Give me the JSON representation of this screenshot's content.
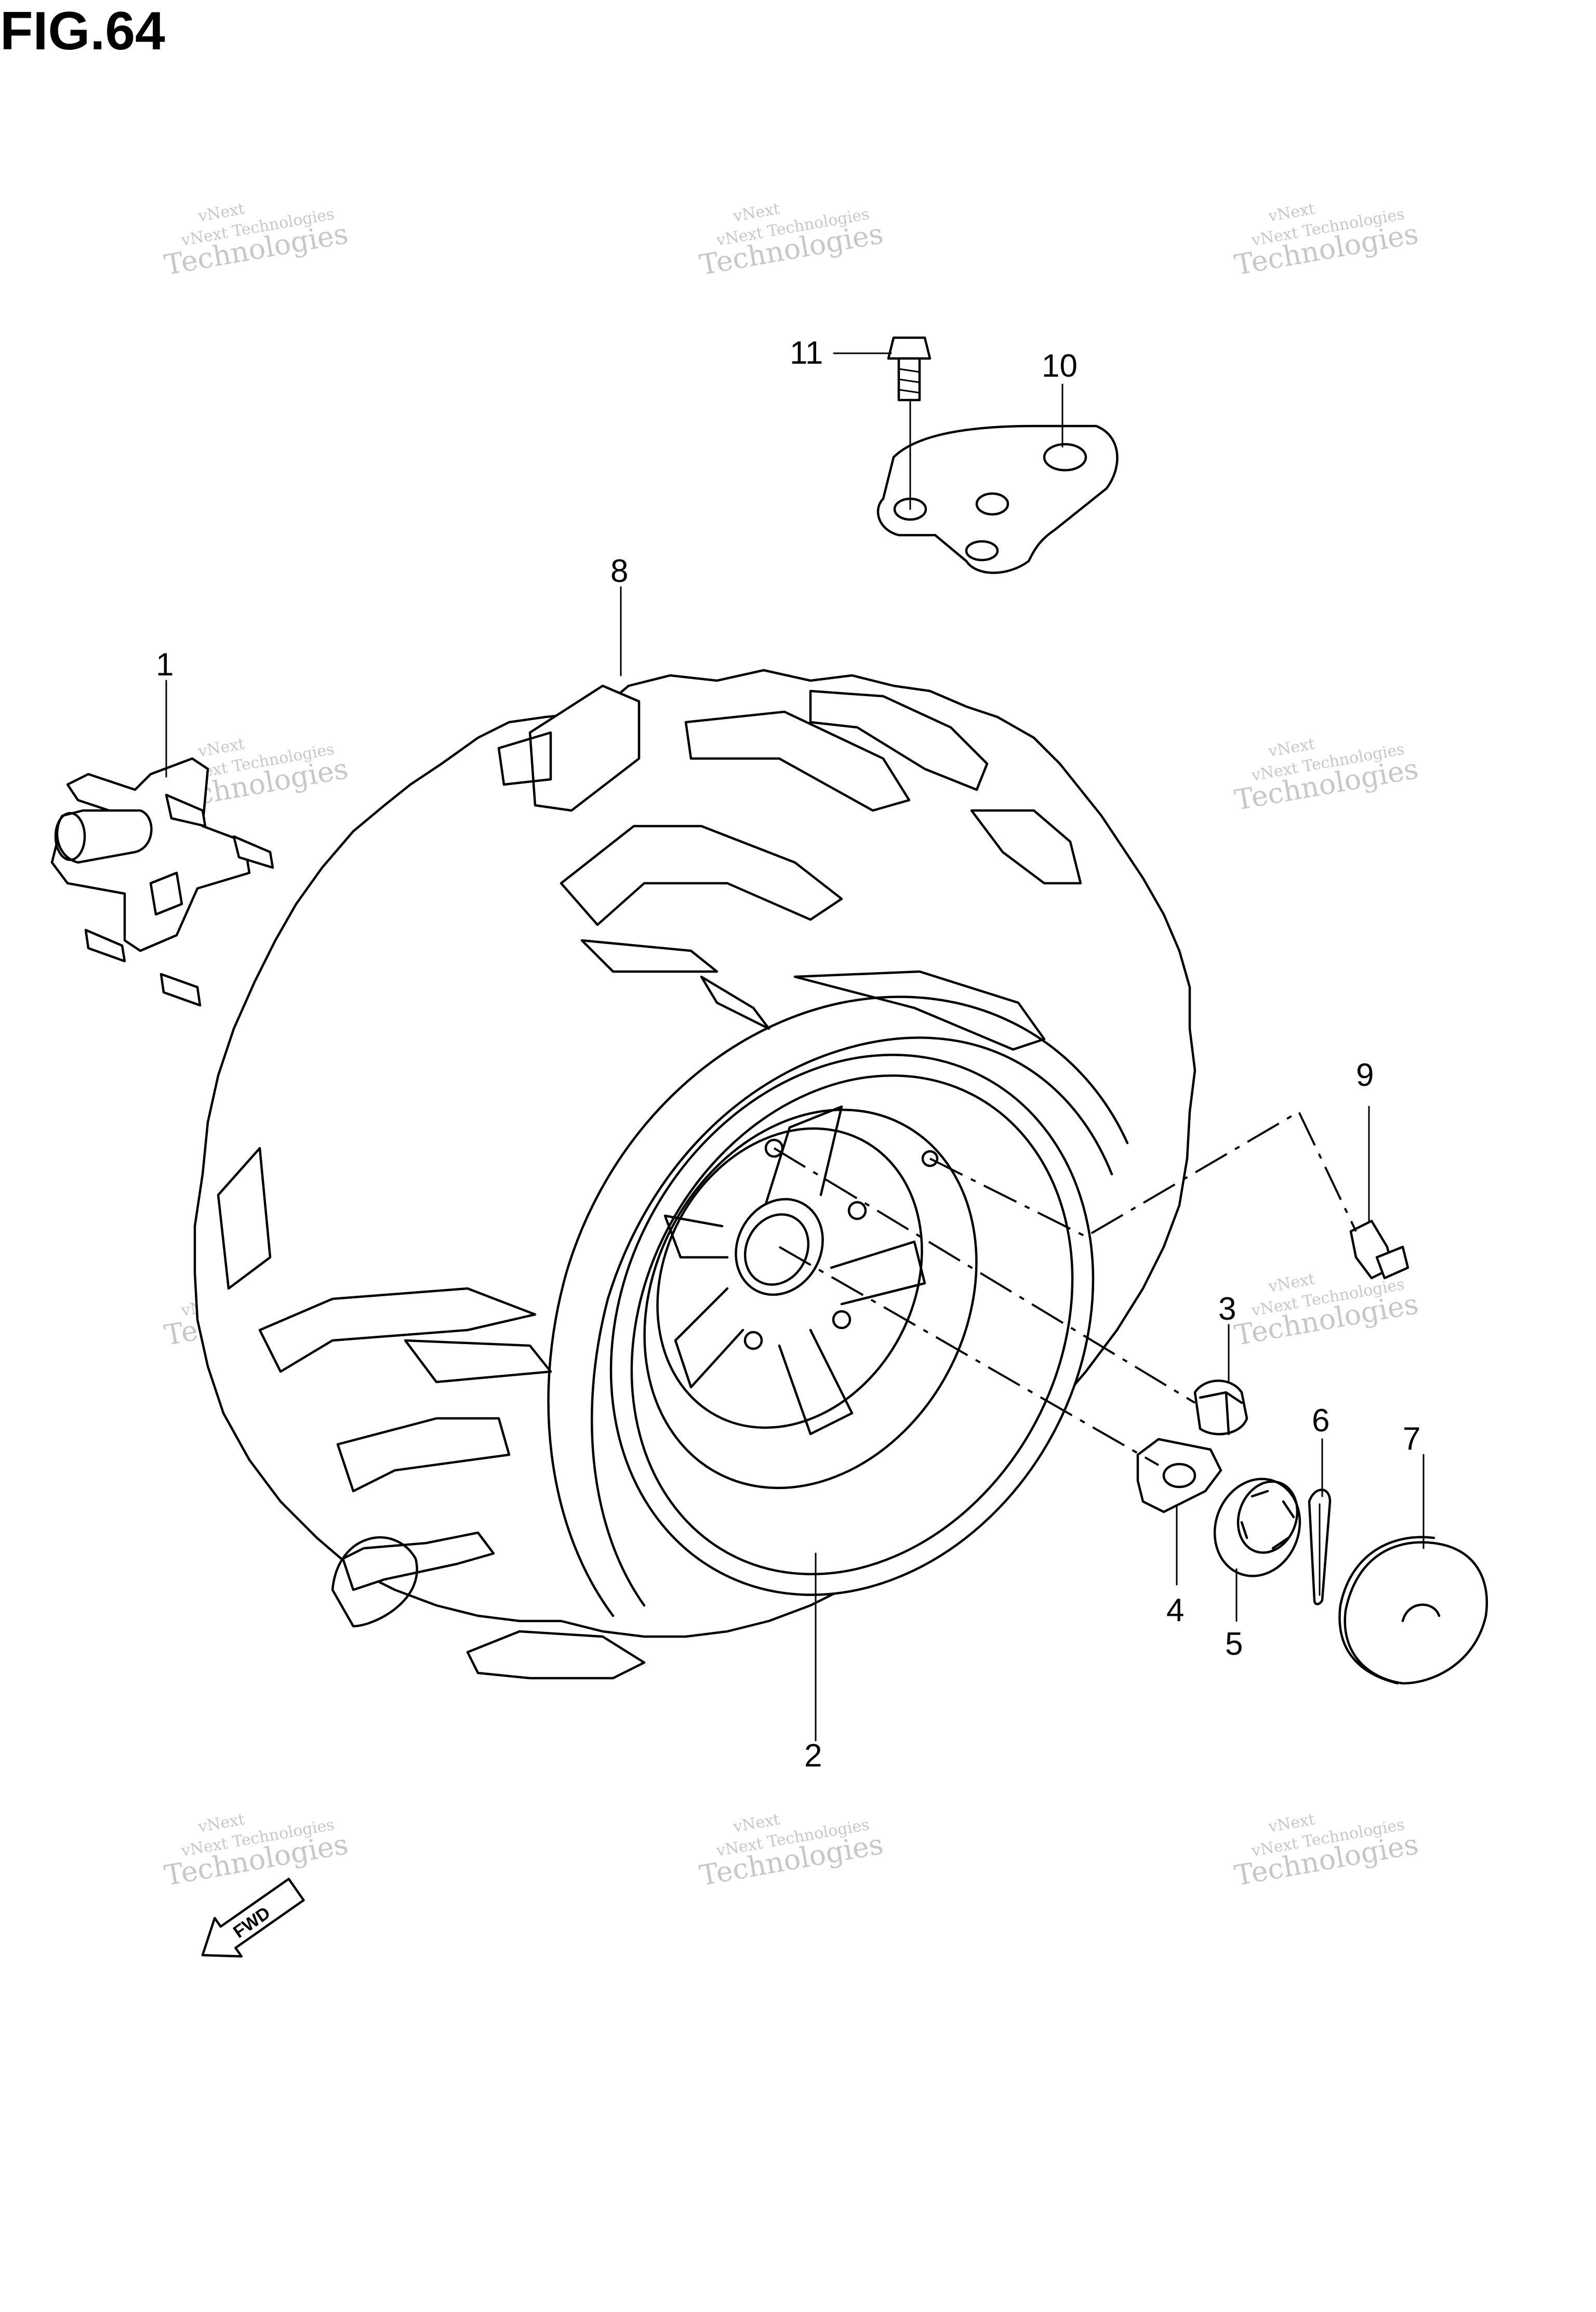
{
  "figure": {
    "title": "FIG.64"
  },
  "callouts": [
    {
      "id": "1",
      "label": "1"
    },
    {
      "id": "2",
      "label": "2"
    },
    {
      "id": "3",
      "label": "3"
    },
    {
      "id": "4",
      "label": "4"
    },
    {
      "id": "5",
      "label": "5"
    },
    {
      "id": "6",
      "label": "6"
    },
    {
      "id": "7",
      "label": "7"
    },
    {
      "id": "8",
      "label": "8"
    },
    {
      "id": "9",
      "label": "9"
    },
    {
      "id": "10",
      "label": "10"
    },
    {
      "id": "11",
      "label": "11"
    }
  ],
  "watermark": {
    "line1": "vNext",
    "line2": "vNext Technologies",
    "line3": "Technologies"
  },
  "direction_arrow": {
    "label": "FWD"
  }
}
